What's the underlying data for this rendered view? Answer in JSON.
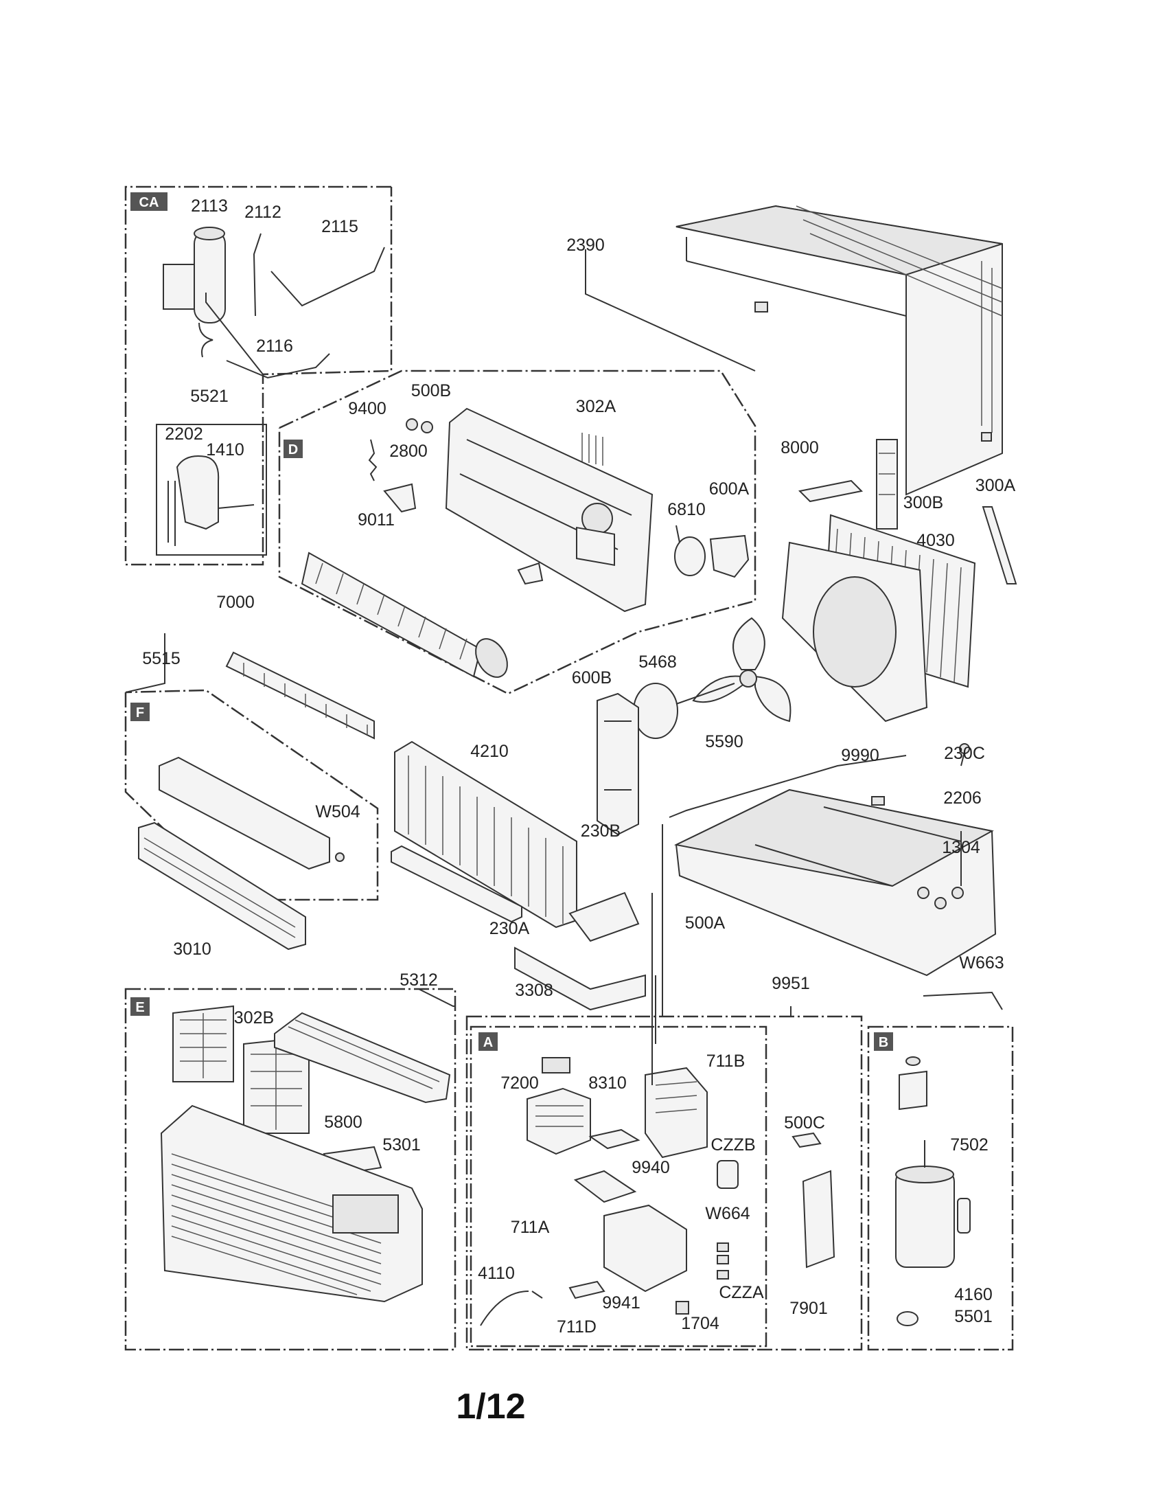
{
  "sections": {
    "CA": "CA",
    "D": "D",
    "F": "F",
    "E": "E",
    "A": "A",
    "B": "B"
  },
  "parts": {
    "p2113": "2113",
    "p2112": "2112",
    "p2115": "2115",
    "p2116": "2116",
    "p5521": "5521",
    "p2202": "2202",
    "p1410": "1410",
    "p2390": "2390",
    "p500B": "500B",
    "p9400": "9400",
    "p2800": "2800",
    "p302A": "302A",
    "p9011": "9011",
    "p6810": "6810",
    "p600A": "600A",
    "p8000": "8000",
    "p300A": "300A",
    "p300B": "300B",
    "p4030": "4030",
    "p7000": "7000",
    "p5515": "5515",
    "p5468": "5468",
    "p600B": "600B",
    "p5590": "5590",
    "p9990": "9990",
    "p230C": "230C",
    "p2206": "2206",
    "p4210": "4210",
    "pW504": "W504",
    "p230B": "230B",
    "p1304": "1304",
    "p500A": "500A",
    "p230A": "230A",
    "p3010": "3010",
    "p3308": "3308",
    "pW663": "W663",
    "p5312": "5312",
    "p9951": "9951",
    "p302B": "302B",
    "p711B": "711B",
    "p7200": "7200",
    "p8310": "8310",
    "p5800": "5800",
    "p5301": "5301",
    "pCZZB": "CZZB",
    "p500C": "500C",
    "p7502": "7502",
    "p9940": "9940",
    "pW664": "W664",
    "p711A": "711A",
    "p4110": "4110",
    "pCZZA": "CZZA",
    "p9941": "9941",
    "p711D": "711D",
    "p1704": "1704",
    "p7901": "7901",
    "p4160": "4160",
    "p5501": "5501"
  },
  "page_number": "1/12"
}
